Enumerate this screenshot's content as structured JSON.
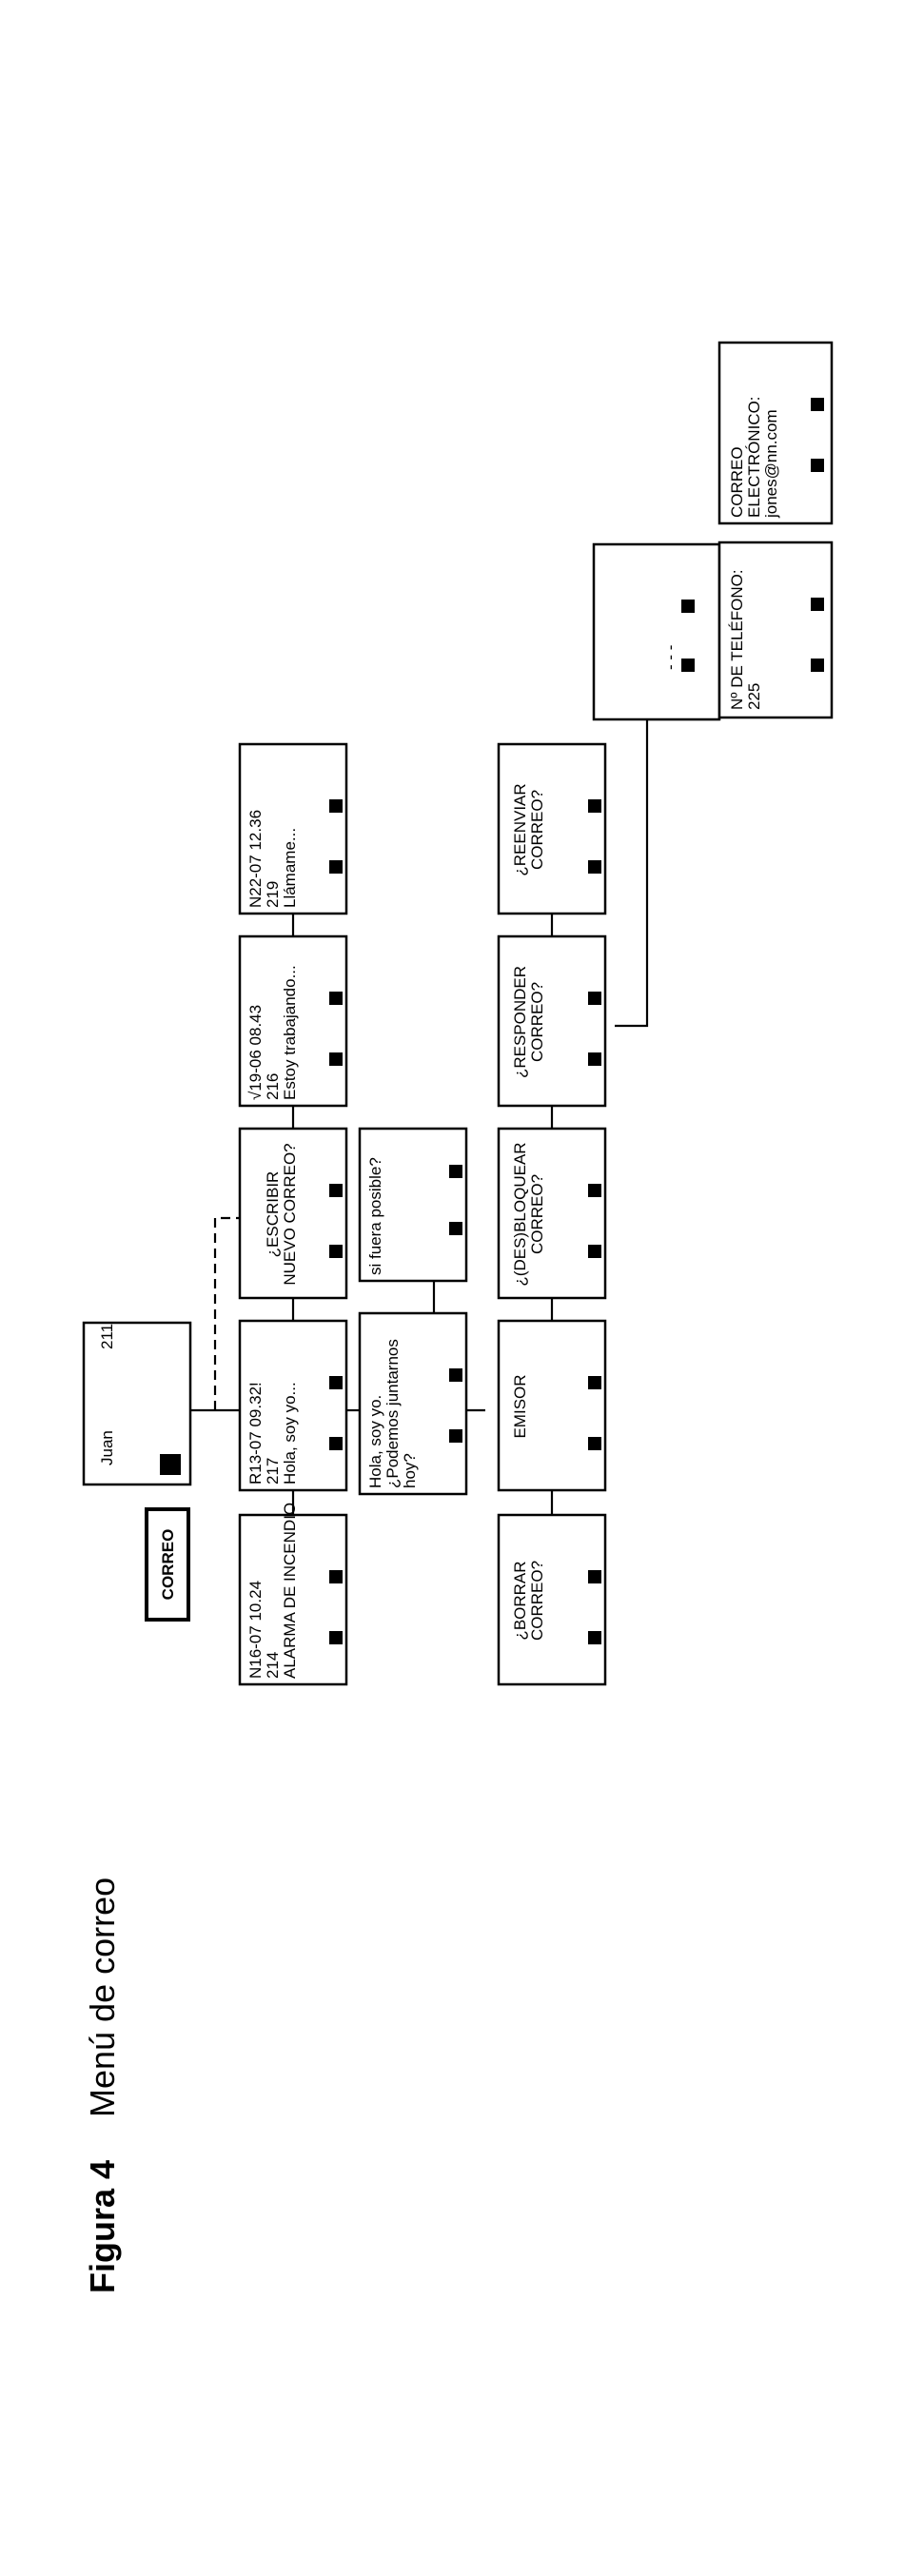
{
  "figure": {
    "label": "Figura 4",
    "title": "Menú de correo"
  },
  "menu_button": "CORREO",
  "home_screen": {
    "name": "Juan",
    "number": "211"
  },
  "messages": [
    {
      "line1": "N16-07  10.24",
      "line2": "214",
      "line3": "ALARMA DE INCENDIO"
    },
    {
      "line1": "R13-07  09.32!",
      "line2": "217",
      "line3": "Hola, soy yo..."
    },
    {
      "line1": "¿ESCRIBIR",
      "line2": "NUEVO CORREO?",
      "line3": ""
    },
    {
      "line1": "√19-06  08.43",
      "line2": "216",
      "line3": "Estoy trabajando..."
    },
    {
      "line1": "N22-07 12.36",
      "line2": "219",
      "line3": "Llámame..."
    }
  ],
  "message_detail": {
    "line1": "Hola, soy yo.",
    "line2": "¿Podemos juntarnos",
    "line3": "hoy?"
  },
  "message_detail_2": {
    "line1": "si fuera posible?"
  },
  "options": [
    {
      "line1": "¿BORRAR",
      "line2": "CORREO?"
    },
    {
      "line1": "EMISOR",
      "line2": ""
    },
    {
      "line1": "¿(DES)BLOQUEAR",
      "line2": "CORREO?"
    },
    {
      "line1": "¿RESPONDER",
      "line2": "CORREO?"
    },
    {
      "line1": "¿REENVIAR",
      "line2": "CORREO?"
    }
  ],
  "reply_input": {
    "line1": "- - -"
  },
  "forward_targets": [
    {
      "line1": "Nº DE TELÉFONO:",
      "line2": "225",
      "line3": ""
    },
    {
      "line1": "CORREO",
      "line2": "ELECTRÓNICO:",
      "line3": "jones@nn.com"
    }
  ]
}
